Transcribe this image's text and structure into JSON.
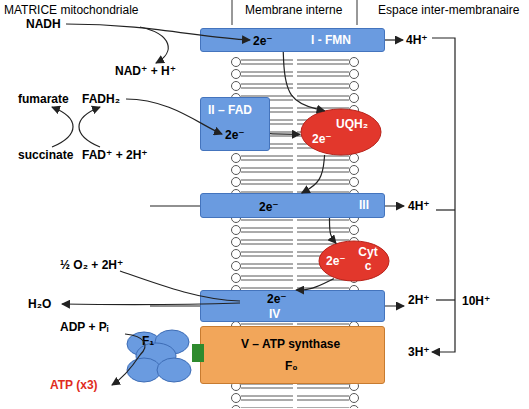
{
  "diagram": {
    "nodes": [
      {
        "text": [
          "I - FMN",
          "2e⁻"
        ]
      },
      {
        "text": [
          "II – FAD",
          "2e⁻"
        ]
      },
      {
        "text": [
          "UQH₂",
          "2e⁻"
        ]
      },
      {
        "text": [
          "III",
          "2e⁻"
        ]
      },
      {
        "text": [
          "Cyt c",
          "2e⁻"
        ]
      },
      {
        "text": [
          "IV",
          "2e⁻"
        ]
      },
      {
        "text": [
          "F₁"
        ]
      },
      {
        "text": [
          "V – ATP synthase",
          "F₀"
        ]
      }
    ],
    "edges": [
      {
        "from": 0,
        "to": 2,
        "arrow": "to"
      },
      {
        "from": 1,
        "to": 2,
        "arrow": "to"
      },
      {
        "from": 2,
        "to": 3,
        "arrow": "to"
      },
      {
        "from": 3,
        "to": 4,
        "arrow": "to"
      },
      {
        "from": 4,
        "to": 5,
        "arrow": "to"
      }
    ],
    "labels": [
      "MATRICE mitochondriale",
      "Membrane interne",
      "Espace inter-membranaire",
      "NADH",
      "NAD⁺ + H⁺",
      "4H⁺",
      "fumarate",
      "FADH₂",
      "succinate",
      "FAD⁺ + 2H⁺",
      "4H⁺",
      "½ O₂ + 2H⁺",
      "H₂O",
      "2H⁺",
      "ADP + Pᵢ",
      "ATP (x3)",
      "3H⁺",
      "10H⁺"
    ]
  }
}
